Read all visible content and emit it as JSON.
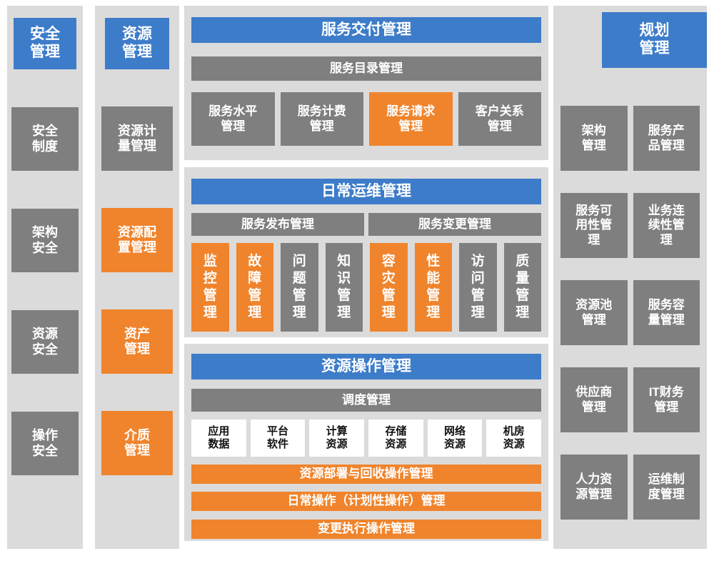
{
  "palette": {
    "blue": "#3d7cc9",
    "gray": "#7f7f7f",
    "orange": "#f0842c",
    "panel_bg": "#dbdbdb",
    "white_box_text": "#111111"
  },
  "security_column": {
    "header": "安全\n管理",
    "items": [
      {
        "label": "安全\n制度",
        "type": "gray"
      },
      {
        "label": "架构\n安全",
        "type": "gray"
      },
      {
        "label": "资源\n安全",
        "type": "gray"
      },
      {
        "label": "操作\n安全",
        "type": "gray"
      }
    ]
  },
  "resource_column": {
    "header": "资源\n管理",
    "items": [
      {
        "label": "资源计\n量管理",
        "type": "gray"
      },
      {
        "label": "资源配\n置管理",
        "type": "orange"
      },
      {
        "label": "资产\n管理",
        "type": "orange"
      },
      {
        "label": "介质\n管理",
        "type": "orange"
      }
    ]
  },
  "service_delivery": {
    "title": "服务交付管理",
    "subtitle": "服务目录管理",
    "items": [
      {
        "label": "服务水平\n管理",
        "type": "gray"
      },
      {
        "label": "服务计费\n管理",
        "type": "gray"
      },
      {
        "label": "服务请求\n管理",
        "type": "orange"
      },
      {
        "label": "客户关系\n管理",
        "type": "gray"
      }
    ]
  },
  "daily_ops": {
    "title": "日常运维管理",
    "bars": [
      {
        "label": "服务发布管理"
      },
      {
        "label": "服务变更管理"
      }
    ],
    "items": [
      {
        "label": "监\n控\n管\n理",
        "type": "orange"
      },
      {
        "label": "故\n障\n管\n理",
        "type": "orange"
      },
      {
        "label": "问\n题\n管\n理",
        "type": "gray"
      },
      {
        "label": "知\n识\n管\n理",
        "type": "gray"
      },
      {
        "label": "容\n灾\n管\n理",
        "type": "orange"
      },
      {
        "label": "性\n能\n管\n理",
        "type": "orange"
      },
      {
        "label": "访\n问\n管\n理",
        "type": "gray"
      },
      {
        "label": "质\n量\n管\n理",
        "type": "gray"
      }
    ]
  },
  "resource_ops": {
    "title": "资源操作管理",
    "subtitle": "调度管理",
    "resources": [
      {
        "label": "应用\n数据"
      },
      {
        "label": "平台\n软件"
      },
      {
        "label": "计算\n资源"
      },
      {
        "label": "存储\n资源"
      },
      {
        "label": "网络\n资源"
      },
      {
        "label": "机房\n资源"
      }
    ],
    "bars": [
      {
        "label": "资源部署与回收操作管理"
      },
      {
        "label": "日常操作（计划性操作）管理"
      },
      {
        "label": "变更执行操作管理"
      }
    ]
  },
  "planning_column": {
    "header": "规划\n管理",
    "items": [
      {
        "label": "架构\n管理"
      },
      {
        "label": "服务产\n品管理"
      },
      {
        "label": "服务可\n用性管\n理"
      },
      {
        "label": "业务连\n续性管\n理"
      },
      {
        "label": "资源池\n管理"
      },
      {
        "label": "服务容\n量管理"
      },
      {
        "label": "供应商\n管理"
      },
      {
        "label": "IT财务\n管理"
      },
      {
        "label": "人力资\n源管理"
      },
      {
        "label": "运维制\n度管理"
      }
    ]
  }
}
